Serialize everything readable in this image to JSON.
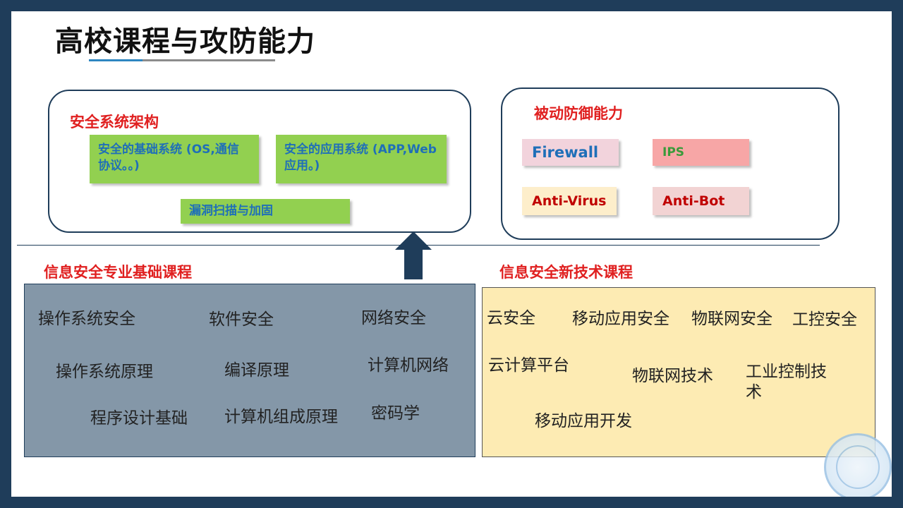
{
  "title": "高校课程与攻防能力",
  "security_arch": {
    "heading": "安全系统架构",
    "items": [
      "安全的基础系统 (OS,通信协议。。)",
      "安全的应用系统 (APP,Web应用。)",
      "漏洞扫描与加固"
    ]
  },
  "passive_defense": {
    "heading": "被动防御能力",
    "tags": [
      "Firewall",
      "IPS",
      "Anti-Virus",
      "Anti-Bot"
    ]
  },
  "basic_courses": {
    "heading": "信息安全专业基础课程",
    "items": [
      "操作系统安全",
      "软件安全",
      "网络安全",
      "操作系统原理",
      "编译原理",
      "计算机网络",
      "程序设计基础",
      "计算机组成原理",
      "密码学"
    ]
  },
  "new_tech_courses": {
    "heading": "信息安全新技术课程",
    "items": [
      "云安全",
      "移动应用安全",
      "物联网安全",
      "工控安全",
      "云计算平台",
      "物联网技术",
      "工业控制技术",
      "移动应用开发"
    ]
  },
  "colors": {
    "frame": "#1f3d5a",
    "heading_red": "#e02020",
    "green_box": "#92d050",
    "left_box": "#8497a8",
    "right_box": "#fdebb3",
    "arrow": "#1f3d5a"
  },
  "icons": [
    "up-arrow-icon",
    "seal-logo-icon"
  ]
}
